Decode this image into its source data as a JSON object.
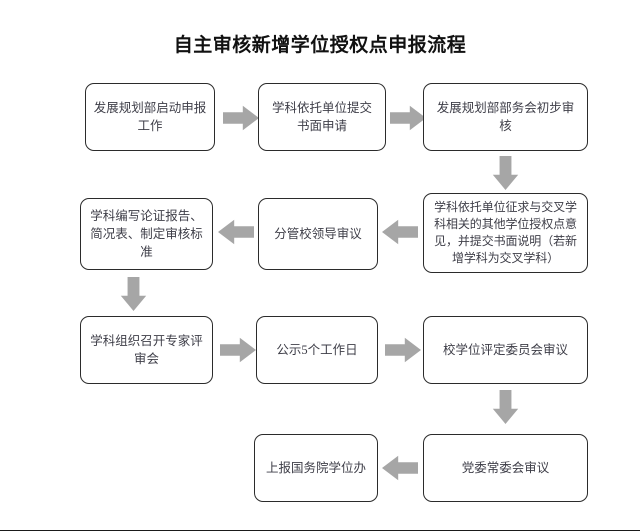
{
  "page": {
    "title": "自主审核新增学位授权点申报流程"
  },
  "flowchart": {
    "type": "process-flow",
    "nodes": [
      {
        "id": "n1",
        "label": "发展规划部启动申报工作",
        "row": 1,
        "col": 1
      },
      {
        "id": "n2",
        "label": "学科依托单位提交书面申请",
        "row": 1,
        "col": 2
      },
      {
        "id": "n3",
        "label": "发展规划部部务会初步审核",
        "row": 1,
        "col": 3
      },
      {
        "id": "n4",
        "label": "学科依托单位征求与交叉学科相关的其他学位授权点意见，并提交书面说明（若新增学科为交叉学科）",
        "row": 2,
        "col": 3
      },
      {
        "id": "n5",
        "label": "分管校领导审议",
        "row": 2,
        "col": 2
      },
      {
        "id": "n6",
        "label": "学科编写论证报告、简况表、制定审核标准",
        "row": 2,
        "col": 1
      },
      {
        "id": "n7",
        "label": "学科组织召开专家评审会",
        "row": 3,
        "col": 1
      },
      {
        "id": "n8",
        "label": "公示5个工作日",
        "row": 3,
        "col": 2
      },
      {
        "id": "n9",
        "label": "校学位评定委员会审议",
        "row": 3,
        "col": 3
      },
      {
        "id": "n10",
        "label": "党委常委会审议",
        "row": 4,
        "col": 3
      },
      {
        "id": "n11",
        "label": "上报国务院学位办",
        "row": 4,
        "col": 2
      }
    ],
    "edges": [
      {
        "from": "n1",
        "to": "n2",
        "direction": "right"
      },
      {
        "from": "n2",
        "to": "n3",
        "direction": "right"
      },
      {
        "from": "n3",
        "to": "n4",
        "direction": "down"
      },
      {
        "from": "n4",
        "to": "n5",
        "direction": "left"
      },
      {
        "from": "n5",
        "to": "n6",
        "direction": "left"
      },
      {
        "from": "n6",
        "to": "n7",
        "direction": "down"
      },
      {
        "from": "n7",
        "to": "n8",
        "direction": "right"
      },
      {
        "from": "n8",
        "to": "n9",
        "direction": "right"
      },
      {
        "from": "n9",
        "to": "n10",
        "direction": "down"
      },
      {
        "from": "n10",
        "to": "n11",
        "direction": "left"
      }
    ],
    "colors": {
      "node_border": "#2b2b2b",
      "node_fill": "#ffffff",
      "node_text": "#3e3e48",
      "arrow_fill": "#a6a6a6",
      "title_text": "#111111",
      "page_background": "#ffffff"
    }
  }
}
